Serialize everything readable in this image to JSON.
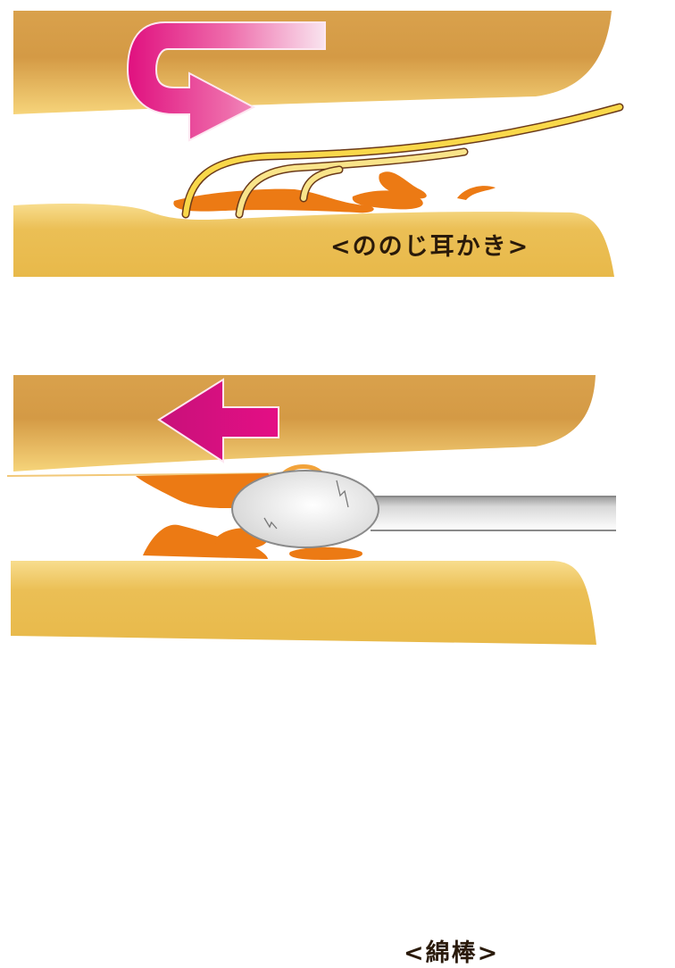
{
  "figure": {
    "top_panel": {
      "label": "<ののじ耳かき>",
      "tool": "spiral earpick (nonoji mimikaki)",
      "arrow": "curved-return-arrow"
    },
    "bottom_panel": {
      "label": "<綿棒>",
      "tool": "cotton swab",
      "arrow": "left-arrow"
    }
  },
  "colors": {
    "canal_dark": "#d49a45",
    "canal_light": "#f3cf6e",
    "canal_floor": "#e8b94a",
    "earwax": "#ec7a14",
    "arrow_magenta": "#e0107f",
    "arrow_pink_light": "#f7dceb",
    "spiral_yellow": "#f9d84a",
    "swab_gray": "#d8d8d8"
  }
}
